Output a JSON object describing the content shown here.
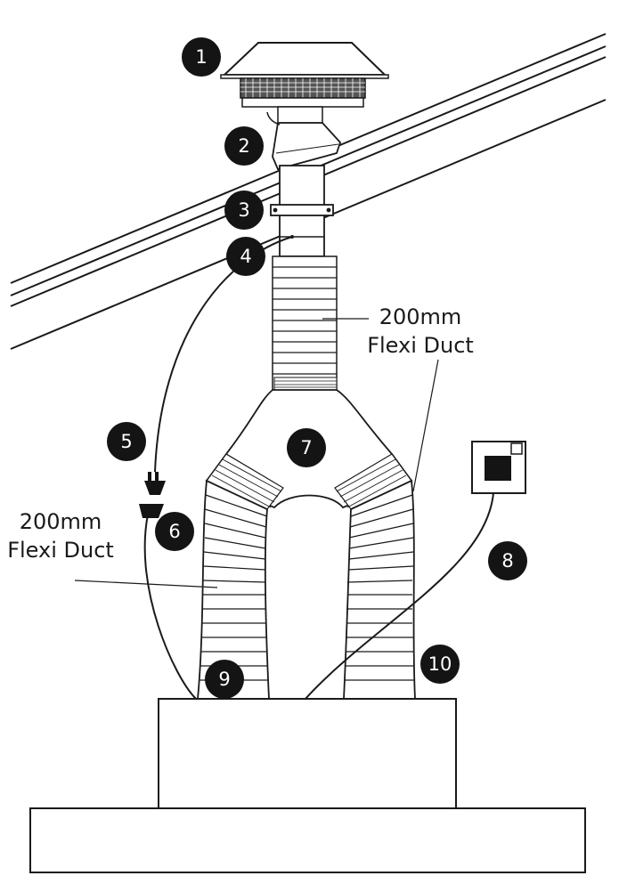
{
  "diagram": {
    "callouts": [
      "1",
      "2",
      "3",
      "4",
      "5",
      "6",
      "7",
      "8",
      "9",
      "10"
    ],
    "labels": {
      "top_duct": [
        "200mm",
        "Flexi Duct"
      ],
      "left_duct": [
        "200mm",
        "Flexi Duct"
      ]
    }
  },
  "colors": {
    "ink": "#1a1a1a",
    "callout_fill": "#141414",
    "background": "#ffffff"
  }
}
